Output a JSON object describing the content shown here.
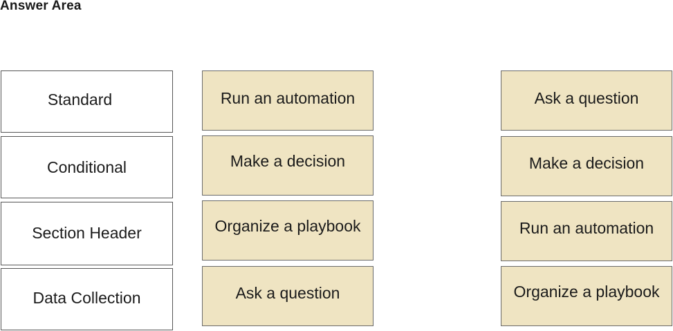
{
  "header": {
    "title": "Answer Area"
  },
  "task_types": [
    {
      "label": "Standard"
    },
    {
      "label": "Conditional"
    },
    {
      "label": "Section Header"
    },
    {
      "label": "Data Collection"
    }
  ],
  "selected_answers": [
    {
      "label": "Run an automation"
    },
    {
      "label": "Make a decision"
    },
    {
      "label": "Organize a playbook"
    },
    {
      "label": "Ask a question"
    }
  ],
  "answer_options": [
    {
      "label": "Ask a question"
    },
    {
      "label": "Make a decision"
    },
    {
      "label": "Run an automation"
    },
    {
      "label": "Organize a playbook"
    }
  ],
  "colors": {
    "option_fill": "#efe4c2",
    "label_border": "#555555"
  }
}
